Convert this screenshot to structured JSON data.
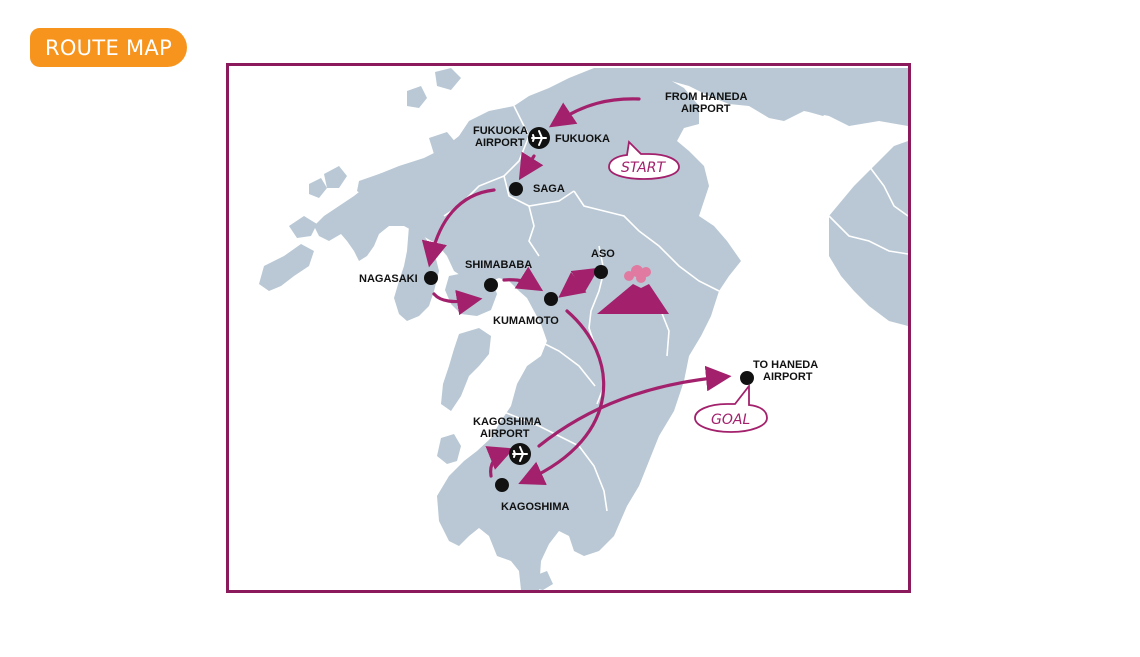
{
  "header": {
    "badge_label": "ROUTE MAP"
  },
  "colors": {
    "badge": "#f7941d",
    "route": "#a3216c",
    "frame": "#8a1a5b",
    "land": "#b9c8d4",
    "border_lines": "#ffffff",
    "water": "#ffffff"
  },
  "map": {
    "labels": {
      "from_haneda_1": "FROM HANEDA",
      "from_haneda_2": "AIRPORT",
      "fukuoka_airport_1": "FUKUOKA",
      "fukuoka_airport_2": "AIRPORT",
      "fukuoka": "FUKUOKA",
      "saga": "SAGA",
      "nagasaki": "NAGASAKI",
      "shimababa": "SHIMABABA",
      "aso": "ASO",
      "kumamoto": "KUMAMOTO",
      "to_haneda_1": "TO HANEDA",
      "to_haneda_2": "AIRPORT",
      "kagoshima_airport_1": "KAGOSHIMA",
      "kagoshima_airport_2": "AIRPORT",
      "kagoshima": "KAGOSHIMA"
    },
    "callouts": {
      "start": "START",
      "goal": "GOAL"
    },
    "icons": [
      "airplane-icon",
      "volcano-icon",
      "city-marker"
    ]
  }
}
